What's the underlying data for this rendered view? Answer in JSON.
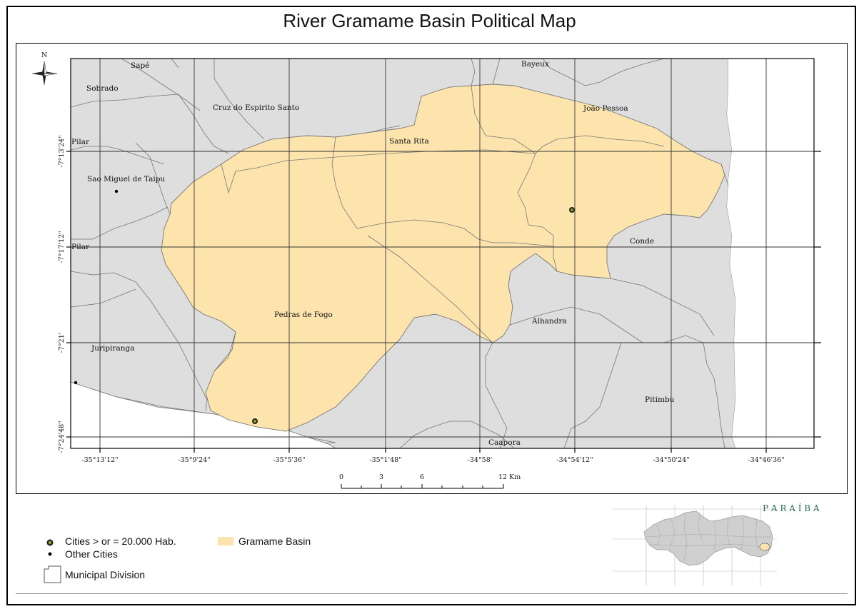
{
  "title": "River Gramame Basin Political Map",
  "north_label": "N",
  "municipalities": [
    {
      "name": "Sapé"
    },
    {
      "name": "Sobrado"
    },
    {
      "name": "Cruz do Espirito Santo"
    },
    {
      "name": "Bayeux"
    },
    {
      "name": "João Pessoa"
    },
    {
      "name": "Pilar"
    },
    {
      "name": "Santa Rita"
    },
    {
      "name": "Sao Miguel de Taipu"
    },
    {
      "name": "Pilar"
    },
    {
      "name": "Conde"
    },
    {
      "name": "Pedras de Fogo"
    },
    {
      "name": "Alhandra"
    },
    {
      "name": "Juripiranga"
    },
    {
      "name": "Pitimbu"
    },
    {
      "name": "Caapora"
    }
  ],
  "lon_ticks": [
    "-35°13'12\"",
    "-35°9'24\"",
    "-35°5'36\"",
    "-35°1'48\"",
    "-34°58'",
    "-34°54'12\"",
    "-34°50'24\"",
    "-34°46'36\""
  ],
  "lat_ticks": [
    "-7°13'24\"",
    "-7°17'12\"",
    "-7°21'",
    "-7°24'48\""
  ],
  "scale": {
    "labels": [
      "0",
      "3",
      "6",
      "12 Km"
    ]
  },
  "legend": {
    "big_cities": "Cities > or = 20.000 Hab.",
    "other_cities": "Other Cities",
    "municipal_division": "Municipal Division",
    "basin": "Gramame Basin"
  },
  "inset_title": "P A R A Í B A",
  "colors": {
    "basin_fill": "#fde4ad",
    "municipality_fill": "#dedede",
    "border": "#777777",
    "city_marker": "#88aa22"
  }
}
